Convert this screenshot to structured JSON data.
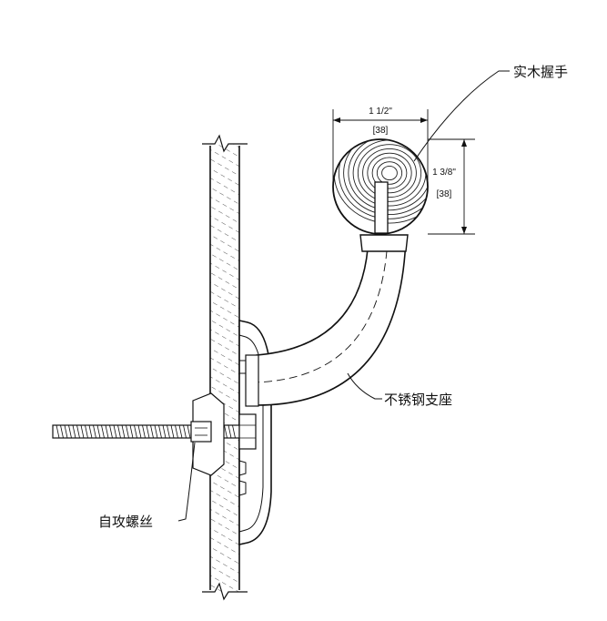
{
  "labels": {
    "wood_handrail": "实木握手",
    "stainless_bracket": "不锈钢支座",
    "self_tapping_screw": "自攻螺丝"
  },
  "dimensions": {
    "width_imperial": "1 1/2\"",
    "width_metric": "[38]",
    "height_imperial": "1 3/8\"",
    "height_metric": "[38]"
  }
}
